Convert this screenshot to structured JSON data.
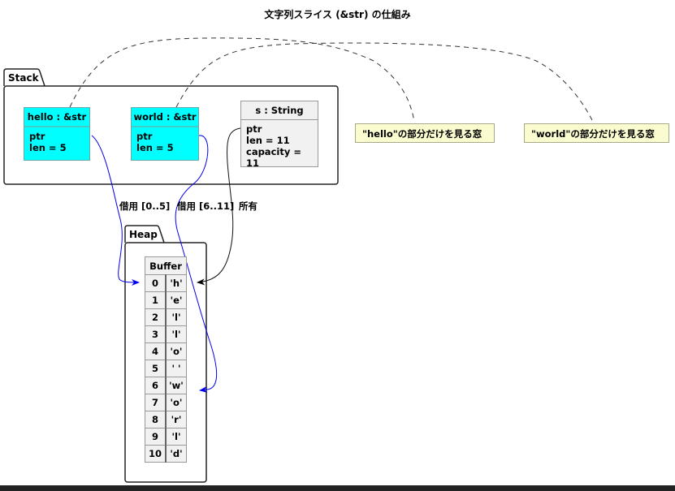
{
  "title": "文字列スライス (&str) の仕組み",
  "colors": {
    "slice_object": "#00ffff",
    "string_object": "#f1f1f1",
    "note": "#fbfbd0",
    "borrow_arrow": "#0000ee",
    "owner_arrow": "#000000"
  },
  "packages": {
    "stack": {
      "label": "Stack"
    },
    "heap": {
      "label": "Heap"
    }
  },
  "objects": {
    "hello": {
      "header": "hello : &str",
      "fields": [
        "ptr",
        "len = 5"
      ]
    },
    "world": {
      "header": "world : &str",
      "fields": [
        "ptr",
        "len = 5"
      ]
    },
    "s": {
      "header": "s : String",
      "fields": [
        "ptr",
        "len = 11",
        "capacity = 11"
      ]
    }
  },
  "notes": {
    "hello": "\"hello\"の部分だけを見る窓",
    "world": "\"world\"の部分だけを見る窓"
  },
  "edges": {
    "hello_borrow": "借用 [0..5]",
    "world_borrow": "借用 [6..11]",
    "s_own": "所有"
  },
  "buffer": {
    "header": "Buffer",
    "rows": [
      {
        "index": "0",
        "value": "'h'"
      },
      {
        "index": "1",
        "value": "'e'"
      },
      {
        "index": "2",
        "value": "'l'"
      },
      {
        "index": "3",
        "value": "'l'"
      },
      {
        "index": "4",
        "value": "'o'"
      },
      {
        "index": "5",
        "value": "' '"
      },
      {
        "index": "6",
        "value": "'w'"
      },
      {
        "index": "7",
        "value": "'o'"
      },
      {
        "index": "8",
        "value": "'r'"
      },
      {
        "index": "9",
        "value": "'l'"
      },
      {
        "index": "10",
        "value": "'d'"
      }
    ]
  }
}
